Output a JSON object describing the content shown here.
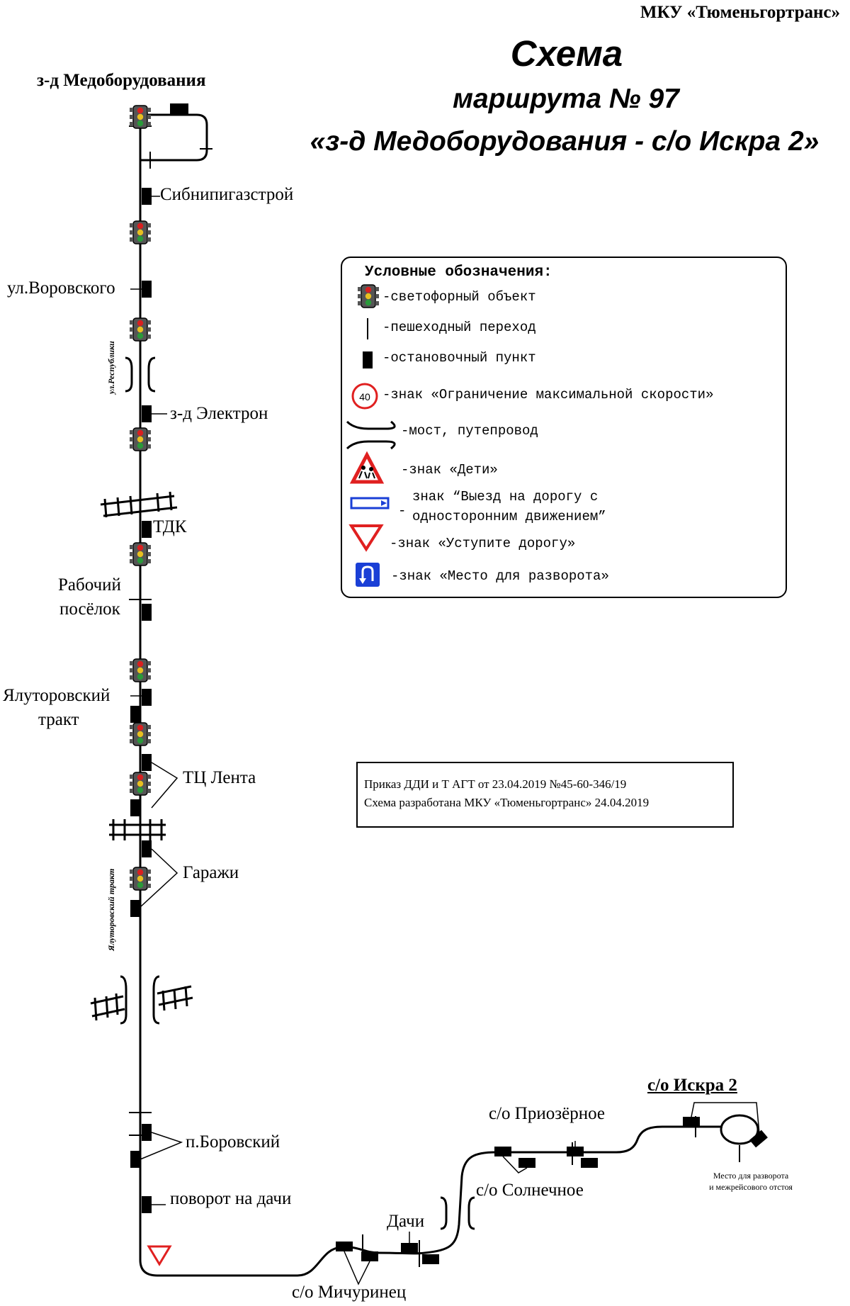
{
  "header": {
    "organization": "МКУ «Тюменьгортранс»",
    "title": "Схема",
    "route_line": "маршрута № 97",
    "route_name": "«з-д Медоборудования - с/о Искра 2»"
  },
  "stops": {
    "start": "з-д Медоборудования",
    "sibnipi": "Сибнипигазстрой",
    "vorovskogo": "ул.Воровского",
    "elektron": "з-д Электрон",
    "tdk": "ТДК",
    "rabochiy_1": "Рабочий",
    "rabochiy_2": "посёлок",
    "yalutor_1": "Ялуторовский",
    "yalutor_2": "тракт",
    "lenta": "ТЦ Лента",
    "garazhi": "Гаражи",
    "borovskiy": "п.Боровский",
    "povorot": "поворот на дачи",
    "michurinets": "с/о Мичуринец",
    "dachi": "Дачи",
    "solnechnoe": "с/о Солнечное",
    "priozernoe": "с/о Приозёрное",
    "end": "с/о Искра 2"
  },
  "streets": {
    "respubliki": "ул.Республики",
    "yalutorovsky_trakt": "Ялуторовский тракт"
  },
  "turnaround_note": {
    "line1": "Место для разворота",
    "line2": "и межрейсового отстоя"
  },
  "legend": {
    "title": "Условные обозначения:",
    "items": [
      {
        "icon": "traffic-light-icon",
        "text": "-светофорный объект"
      },
      {
        "icon": "pedestrian-crossing-icon",
        "text": "-пешеходный переход"
      },
      {
        "icon": "bus-stop-icon",
        "text": "-остановочный пункт"
      },
      {
        "icon": "speed-limit-sign-icon",
        "sign_value": "40",
        "text": "-знак «Ограничение максимальной скорости»"
      },
      {
        "icon": "bridge-icon",
        "text": "-мост, путепровод"
      },
      {
        "icon": "children-sign-icon",
        "text": "-знак «Дети»"
      },
      {
        "icon": "one-way-sign-icon",
        "text_1": "знак “Выезд на дорогу с",
        "text_2": "односторонним движением”",
        "dash": "-"
      },
      {
        "icon": "yield-sign-icon",
        "text": "-знак «Уступите дорогу»"
      },
      {
        "icon": "u-turn-sign-icon",
        "text": "-знак «Место для разворота»"
      }
    ]
  },
  "order": {
    "line1": "Приказ ДДИ и Т АГТ от 23.04.2019 №45-60-346/19",
    "line2": "Схема разработана МКУ «Тюменьгортранс» 24.04.2019"
  },
  "colors": {
    "line": "#000000",
    "traffic_red": "#d92020",
    "traffic_yellow": "#e8c020",
    "traffic_green": "#2a9a3a",
    "sign_red": "#e02020",
    "sign_blue": "#1a3fd6"
  }
}
